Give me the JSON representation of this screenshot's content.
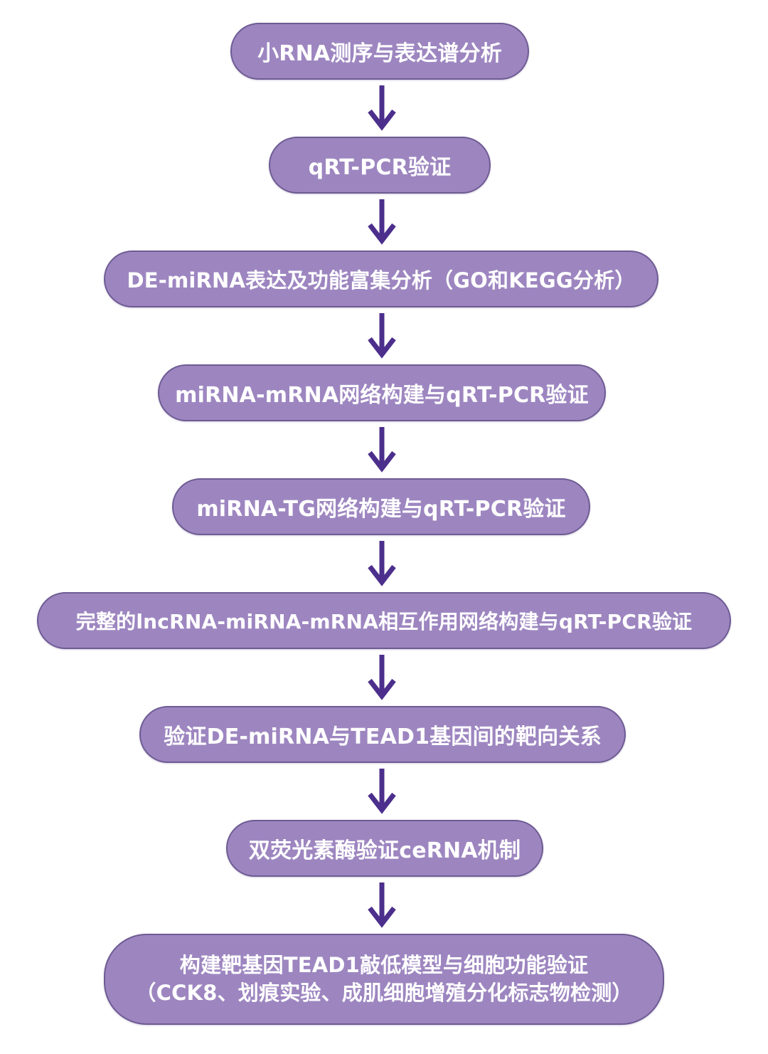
{
  "accent_color": "#9d86c0",
  "arrow_color": "#4c2f8c",
  "steps": [
    {
      "label": "小RNA测序与表达谱分析"
    },
    {
      "label": "qRT-PCR验证"
    },
    {
      "label": "DE-miRNA表达及功能富集分析（GO和KEGG分析）"
    },
    {
      "label": "miRNA-mRNA网络构建与qRT-PCR验证"
    },
    {
      "label": "miRNA-TG网络构建与qRT-PCR验证"
    },
    {
      "label": "完整的lncRNA-miRNA-mRNA相互作用网络构建与qRT-PCR验证"
    },
    {
      "label": "验证DE-miRNA与TEAD1基因间的靶向关系"
    },
    {
      "label": "双荧光素酶验证ceRNA机制"
    },
    {
      "line1": "构建靶基因TEAD1敲低模型与细胞功能验证",
      "line2": "（CCK8、划痕实验、成肌细胞增殖分化标志物检测）"
    }
  ]
}
